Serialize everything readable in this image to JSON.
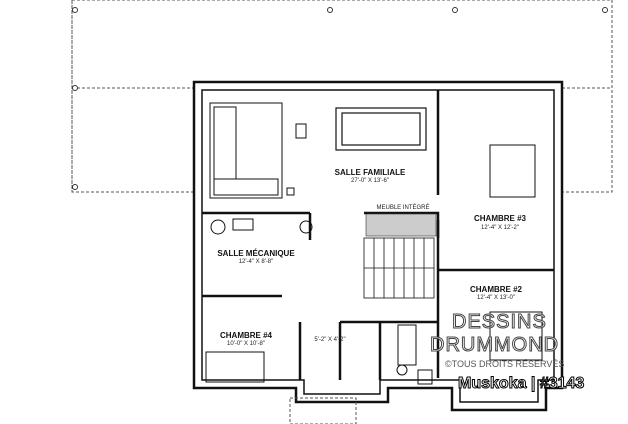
{
  "rooms": [
    {
      "name": "SALLE FAMILIALE",
      "dims": "27'-0\" X 13'-6\""
    },
    {
      "name": "SALLE MÉCANIQUE",
      "dims": "12'-4\" X 8'-8\""
    },
    {
      "name": "CHAMBRE #3",
      "dims": "12'-4\" X 12'-2\""
    },
    {
      "name": "CHAMBRE #2",
      "dims": "12'-4\" X 13'-0\""
    },
    {
      "name": "CHAMBRE #4",
      "dims": "10'-0\" X 10'-8\""
    }
  ],
  "closet_dims": "5'-2\" X 4'-2\"",
  "built_in": "MEUBLE INTÉGRÉ",
  "watermark": {
    "line1": "DESSINS",
    "line2": "DRUMMOND",
    "line3": "©TOUS DROITS RÉSERVÉS"
  },
  "plan_title": "Muskoka | #3143"
}
